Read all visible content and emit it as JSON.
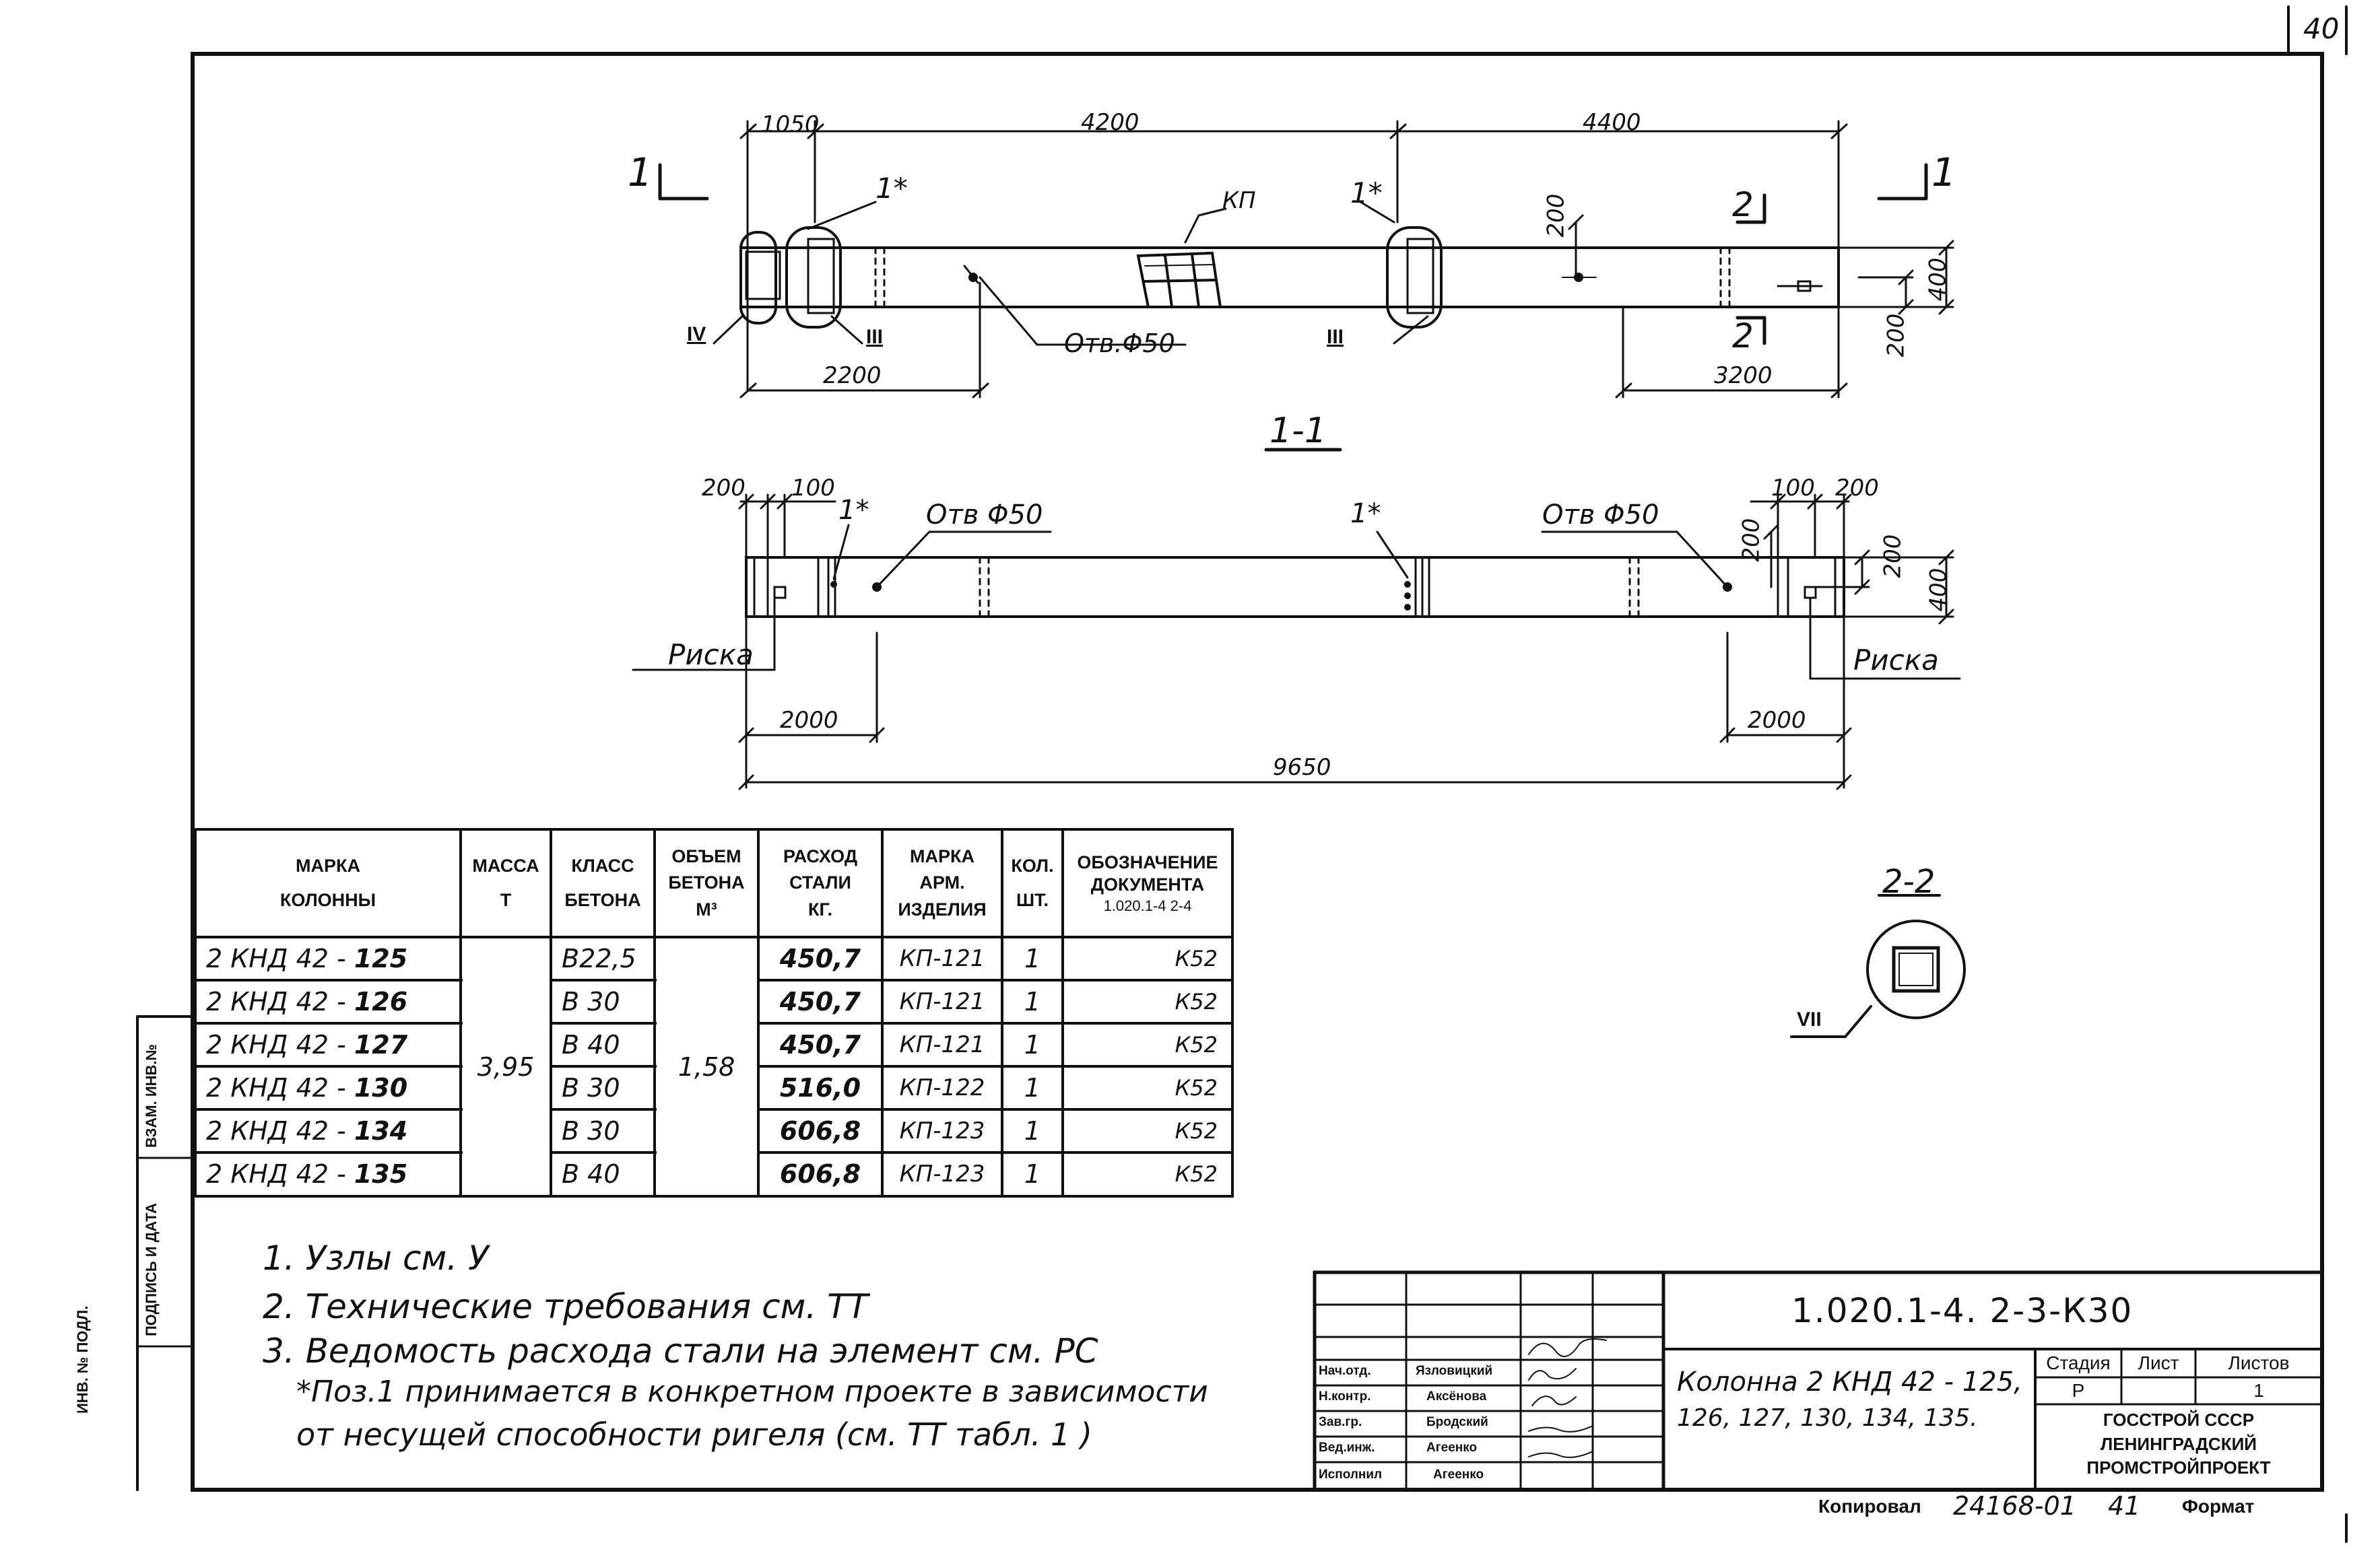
{
  "page_number": "40",
  "drawing": {
    "section_title": "1-1",
    "top_view": {
      "dims": {
        "d1050": "1050",
        "d4200": "4200",
        "d4400": "4400",
        "d2200": "2200",
        "d3200": "3200",
        "d200a": "200",
        "d200b": "200",
        "d400": "400"
      },
      "labels": {
        "section_mark": "1",
        "section_mark_right": "1",
        "cut_2_top": "2",
        "cut_2_bottom": "2",
        "item_1a": "1*",
        "item_1b": "1*",
        "kp": "КП",
        "hole": "Отв.Φ50",
        "node_iv": "IV",
        "node_iii_a": "III",
        "node_iii_b": "III"
      }
    },
    "side_view": {
      "dims": {
        "d200": "200",
        "d100": "100",
        "d100b": "100",
        "d200b": "200",
        "d200c": "200",
        "d200d": "200",
        "d400": "400",
        "d2000a": "2000",
        "d2000b": "2000",
        "d9650": "9650"
      },
      "labels": {
        "item_1a": "1*",
        "item_1b": "1*",
        "hole_a": "Отв Φ50",
        "hole_b": "Отв Φ50",
        "riska_left": "Риска",
        "riska_right": "Риска"
      }
    },
    "section_22": {
      "title": "2-2",
      "node": "VII"
    }
  },
  "spec_table": {
    "headers": {
      "mark": [
        "МАРКА",
        "КОЛОННЫ"
      ],
      "mass": [
        "МАССА",
        "Т"
      ],
      "klass": [
        "КЛАСС",
        "БЕТОНА"
      ],
      "volume": [
        "ОБЪЕМ",
        "БЕТОНА",
        "М³"
      ],
      "steel": [
        "РАСХОД",
        "СТАЛИ",
        "КГ."
      ],
      "arm": [
        "МАРКА",
        "АРМ.",
        "ИЗДЕЛИЯ"
      ],
      "qty": [
        "КОЛ.",
        "ШТ."
      ],
      "doc": [
        "ОБОЗНАЧЕНИЕ",
        "ДОКУМЕНТА",
        "1.020.1-4   2-4"
      ]
    },
    "shared_mass": "3,95",
    "shared_volume": "1,58",
    "rows": [
      {
        "mark_prefix": "2 КНД 42 -",
        "mark_num": "125",
        "klass": "В22,5",
        "steel": "450,7",
        "arm": "КП-121",
        "qty": "1",
        "doc": "К52"
      },
      {
        "mark_prefix": "2 КНД 42 -",
        "mark_num": "126",
        "klass": "В 30",
        "steel": "450,7",
        "arm": "КП-121",
        "qty": "1",
        "doc": "К52"
      },
      {
        "mark_prefix": "2 КНД 42 -",
        "mark_num": "127",
        "klass": "В 40",
        "steel": "450,7",
        "arm": "КП-121",
        "qty": "1",
        "doc": "К52"
      },
      {
        "mark_prefix": "2 КНД 42 -",
        "mark_num": "130",
        "klass": "В 30",
        "steel": "516,0",
        "arm": "КП-122",
        "qty": "1",
        "doc": "К52"
      },
      {
        "mark_prefix": "2 КНД 42 -",
        "mark_num": "134",
        "klass": "В 30",
        "steel": "606,8",
        "arm": "КП-123",
        "qty": "1",
        "doc": "К52"
      },
      {
        "mark_prefix": "2 КНД 42 -",
        "mark_num": "135",
        "klass": "В 40",
        "steel": "606,8",
        "arm": "КП-123",
        "qty": "1",
        "doc": "К52"
      }
    ]
  },
  "notes": [
    "1. Узлы см. У",
    "2. Технические требования см. ТТ",
    "3. Ведомость расхода стали на элемент см. РС",
    "*Поз.1 принимается в конкретном проекте в зависимости",
    "от несущей способности ригеля (см. ТТ табл. 1 )"
  ],
  "side_stamp": {
    "inv": "ИНВ. № ПОДЛ.",
    "sign": "ПОДПИСЬ И ДАТА",
    "vzam": "ВЗАМ. ИНВ.№"
  },
  "title_block": {
    "code": "1.020.1-4. 2-3-К30",
    "description_line1": "Колонна 2 КНД 42 - 125,",
    "description_line2": "126, 127, 130, 134, 135.",
    "stadia_label": "Стадия",
    "list_label": "Лист",
    "listov_label": "Листов",
    "stadia": "Р",
    "listov": "1",
    "org1": "ГОССТРОЙ СССР",
    "org2": "ЛЕНИНГРАДСКИЙ",
    "org3": "ПРОМСТРОЙПРОЕКТ",
    "people": [
      {
        "role": "Нач.отд.",
        "name": "Язловицкий"
      },
      {
        "role": "Н.контр.",
        "name": "Аксёнова"
      },
      {
        "role": "Зав.гр.",
        "name": "Бродский"
      },
      {
        "role": "Вед.инж.",
        "name": "Агеенко"
      },
      {
        "role": "Исполнил",
        "name": "Агеенко"
      }
    ]
  },
  "footer": {
    "kopiroval_label": "Копировал",
    "kopiroval_value": "24168-01",
    "sheet_no": "41",
    "format_label": "Формат"
  }
}
